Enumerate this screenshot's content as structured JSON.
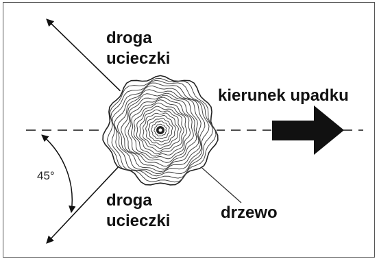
{
  "labels": {
    "escape_route_top_line1": "droga",
    "escape_route_top_line2": "ucieczki",
    "fall_direction": "kierunek upadku",
    "angle": "45°",
    "escape_route_bottom_line1": "droga",
    "escape_route_bottom_line2": "ucieczki",
    "tree": "drzewo"
  },
  "colors": {
    "ink": "#111111",
    "rings": "#444444",
    "background": "#ffffff"
  }
}
